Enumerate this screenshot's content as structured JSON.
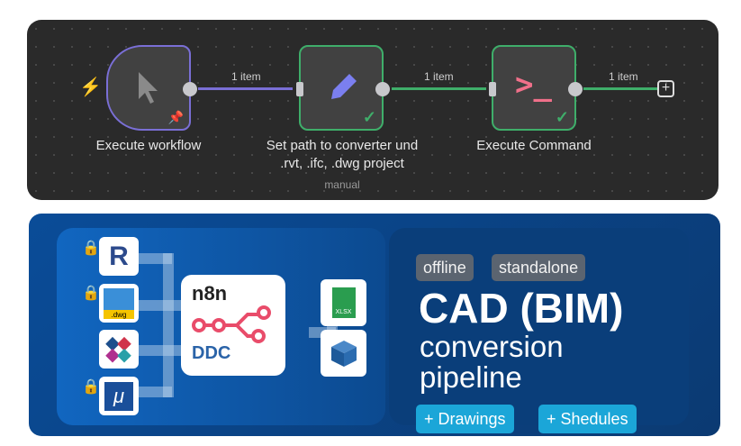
{
  "workflow": {
    "nodes": [
      {
        "label": "Execute workflow"
      },
      {
        "label_line1": "Set path to converter und",
        "label_line2": ".rvt, .ifc, .dwg project",
        "sublabel": "manual"
      },
      {
        "label": "Execute Command"
      }
    ],
    "edges": [
      "1 item",
      "1 item",
      "1 item"
    ],
    "colors": {
      "trigger": "#7a6fd6",
      "success": "#3fae6a",
      "command": "#f0708a",
      "pencil": "#7b7ff0"
    }
  },
  "banner": {
    "inputs": [
      "R",
      ".dwg",
      "ifc",
      "μ"
    ],
    "hub": {
      "title": "n8n",
      "brand": "DDC"
    },
    "outputs": [
      "XLSX",
      "cube"
    ],
    "badges": [
      "offline",
      "standalone"
    ],
    "title": "CAD (BIM)",
    "subtitle1": "conversion",
    "subtitle2": "pipeline",
    "buttons": [
      "+ Drawings",
      "+ Shedules"
    ]
  }
}
